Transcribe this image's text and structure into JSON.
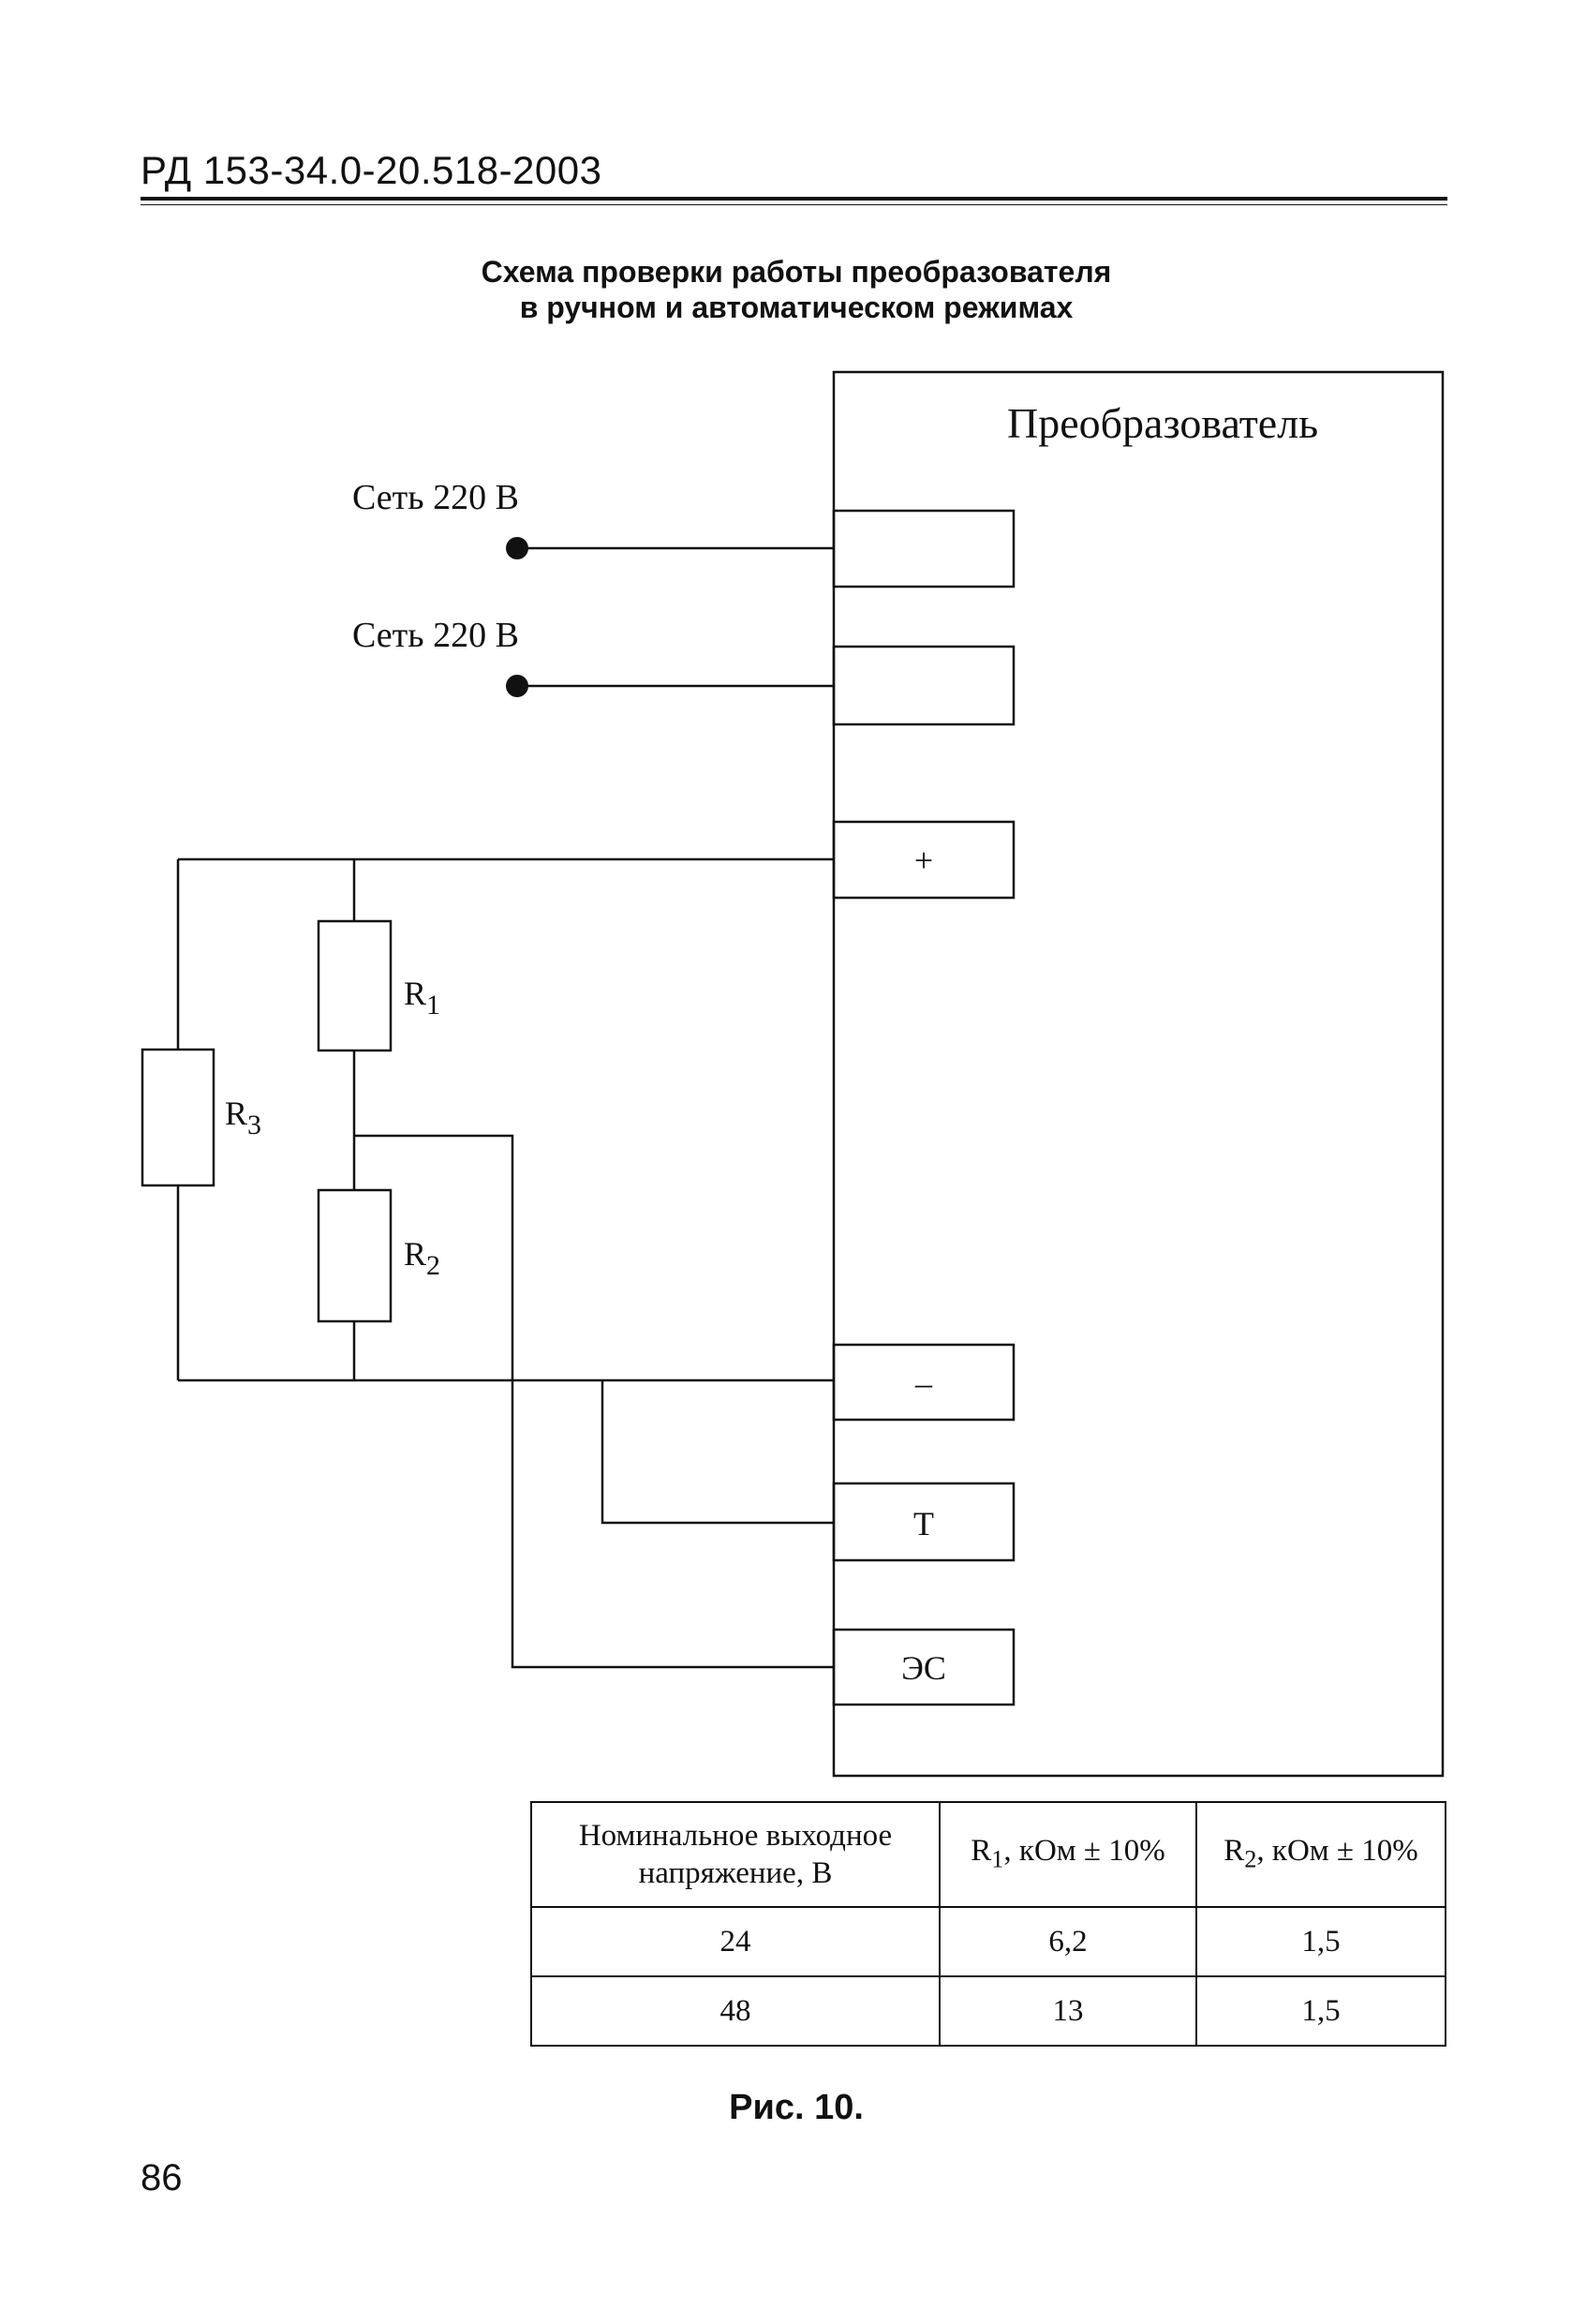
{
  "header": {
    "doc_code": "РД 153-34.0-20.518-2003"
  },
  "title": {
    "line1": "Схема проверки работы преобразователя",
    "line2": "в ручном и автоматическом режимах"
  },
  "diagram": {
    "converter_label": "Преобразователь",
    "mains_label_1": "Сеть 220 В",
    "mains_label_2": "Сеть 220 В",
    "terminals": {
      "plus": "+",
      "minus": "–",
      "t": "Т",
      "es": "ЭС"
    },
    "resistors": {
      "r1": {
        "letter": "R",
        "index": "1"
      },
      "r2": {
        "letter": "R",
        "index": "2"
      },
      "r3": {
        "letter": "R",
        "index": "3"
      }
    }
  },
  "table": {
    "headers": {
      "voltage": "Номинальное выходное напряжение, В",
      "r1_letter": "R",
      "r1_index": "1",
      "r1_rest": ", кОм  ± 10%",
      "r2_letter": "R",
      "r2_index": "2",
      "r2_rest": ", кОм  ± 10%"
    },
    "rows": [
      {
        "voltage": "24",
        "r1": "6,2",
        "r2": "1,5"
      },
      {
        "voltage": "48",
        "r1": "13",
        "r2": "1,5"
      }
    ]
  },
  "caption": "Рис. 10.",
  "page_number": "86"
}
